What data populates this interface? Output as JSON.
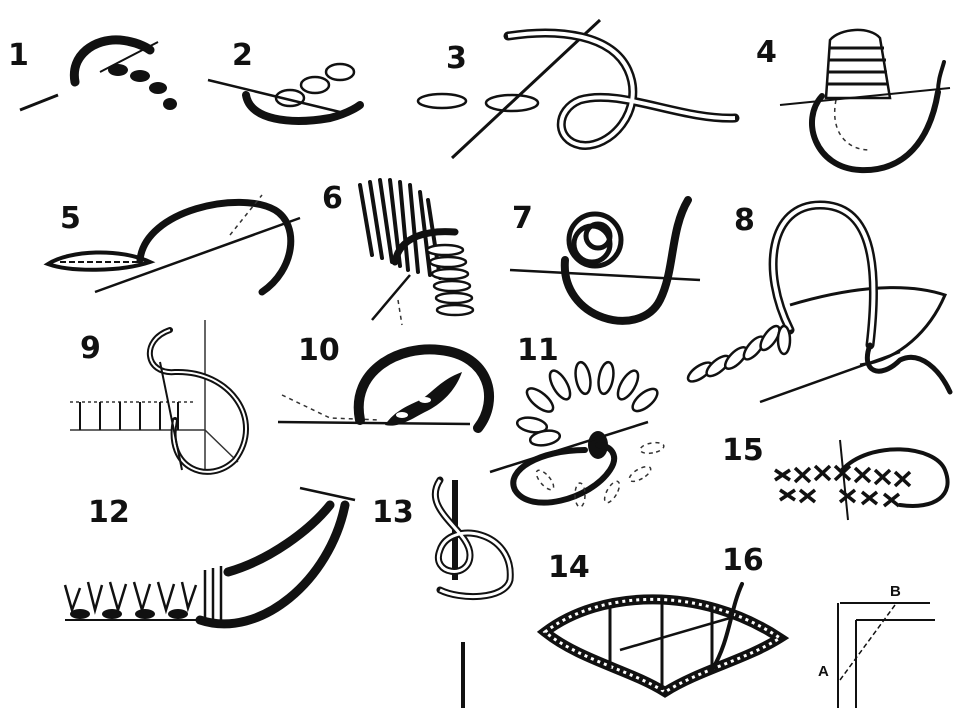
{
  "stitch_numbers": [
    "1",
    "2",
    "3",
    "4",
    "5",
    "6",
    "7",
    "8",
    "9",
    "10",
    "11",
    "12",
    "13",
    "14",
    "15",
    "16"
  ],
  "corner_labels": {
    "a": "A",
    "b": "B"
  }
}
